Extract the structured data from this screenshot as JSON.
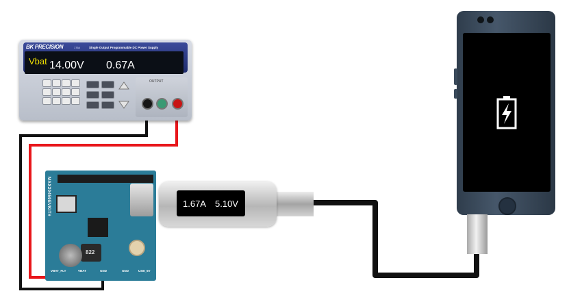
{
  "power_supply": {
    "brand": "BK PRECISION",
    "model": "1764",
    "description": "Single Output Programmable DC Power Supply",
    "label": "Vbat",
    "voltage": "14.00V",
    "current": "0.67A",
    "output_label": "OUTPUT"
  },
  "usb_meter": {
    "current": "1.67A",
    "voltage": "5.10V"
  },
  "eval_board": {
    "part": "MAX20459EVKIT#",
    "inductor": "822",
    "labels": [
      "VBAT_FLT",
      "VBAT",
      "GND",
      "GND",
      "USB_5V"
    ]
  },
  "phone": {
    "icon": "battery-charging-icon"
  },
  "colors": {
    "wire_positive": "#e8161b",
    "wire_negative": "#111111",
    "board": "#2b7c98",
    "psu_display_label": "#f0e000"
  }
}
